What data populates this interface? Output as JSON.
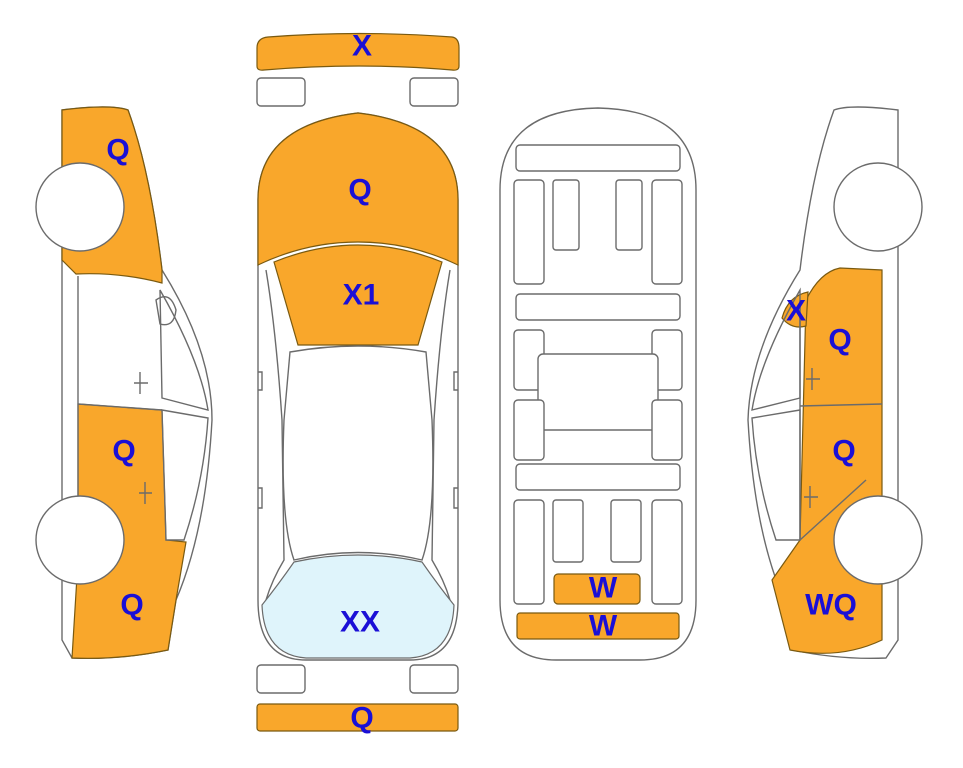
{
  "colors": {
    "highlight": "#f9a72b",
    "glass_highlight": "#dff4fb",
    "label": "#1a0fd6",
    "outline": "#6b6b6b",
    "background": "#ffffff"
  },
  "labels": {
    "front_bumper": "X",
    "hood": "Q",
    "windshield": "X1",
    "rear_glass": "XX",
    "rear_bumper": "Q",
    "left_front_fender": "Q",
    "left_rear_door": "Q",
    "left_quarter": "Q",
    "right_a_pillar": "X",
    "right_front_door": "Q",
    "right_rear_door": "Q",
    "right_quarter": "WQ",
    "floor_crossmember": "W",
    "rear_panel": "W"
  }
}
